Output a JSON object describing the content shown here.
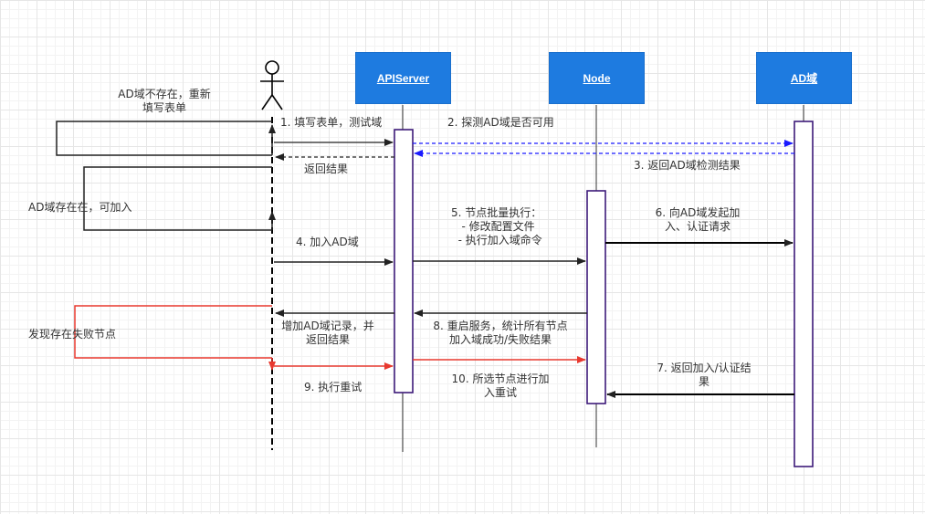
{
  "participants": {
    "apiserver": "APIServer",
    "node": "Node",
    "ad": "AD域"
  },
  "messages": {
    "m1": "1. 填写表单，测试域",
    "m2": "2. 探测AD域是否可用",
    "m3": "3. 返回AD域检测结果",
    "return1": "返回结果",
    "m4": "4. 加入AD域",
    "m5": "5. 节点批量执行：\n   - 修改配置文件\n  - 执行加入域命令",
    "m6": "6. 向AD域发起加\n入、认证请求",
    "m7": "7. 返回加入/认证结\n果",
    "m8": "8. 重启服务，统计所有节点\n加入域成功/失败结果",
    "m8b": "增加AD域记录，并\n返回结果",
    "m9": "9. 执行重试",
    "m10": "10. 所选节点进行加\n入重试"
  },
  "notes": {
    "not_exist": "AD域不存在，重新\n填写表单",
    "exist": "AD域存在在，可加入",
    "failed": "发现存在失败节点"
  },
  "colors": {
    "header": "#1e7be0",
    "activation": "#3d1a7a",
    "dashed_blue": "#1a1aff",
    "red": "#e8392f",
    "line": "#333333"
  }
}
